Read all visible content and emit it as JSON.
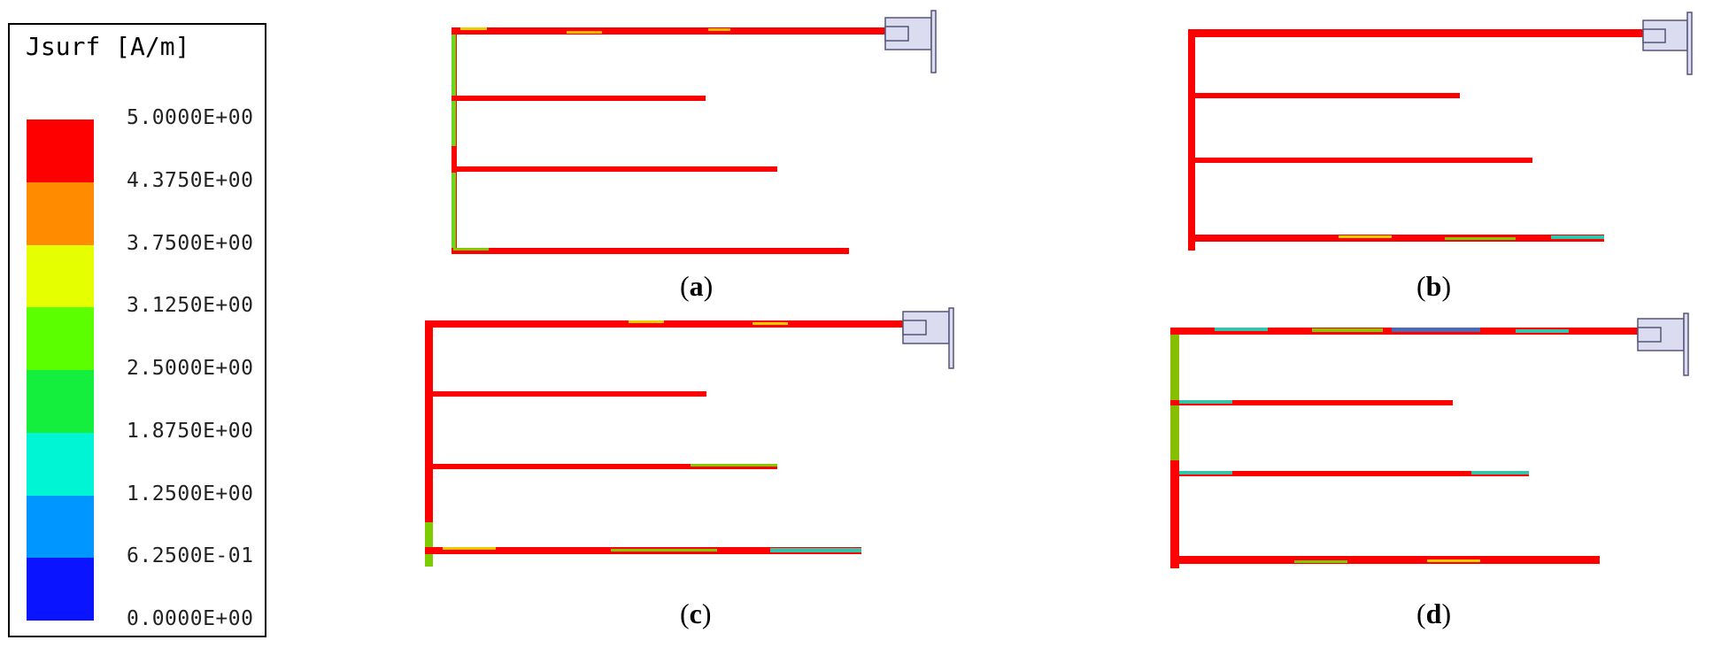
{
  "legend": {
    "title": "Jsurf [A/m]",
    "colors": [
      "#ff0000",
      "#ff8c00",
      "#e6ff00",
      "#5cff00",
      "#14ef3e",
      "#00f5d5",
      "#0096ff",
      "#0a14ff"
    ],
    "ticks": [
      "5.0000E+00",
      "4.3750E+00",
      "3.7500E+00",
      "3.1250E+00",
      "2.5000E+00",
      "1.8750E+00",
      "1.2500E+00",
      "6.2500E-01",
      "0.0000E+00"
    ]
  },
  "panels": [
    {
      "letter": "a"
    },
    {
      "letter": "b"
    },
    {
      "letter": "c"
    },
    {
      "letter": "d"
    }
  ],
  "colors": {
    "trace_red": "#ff0000",
    "connector_fill": "#dcdcf0",
    "connector_stroke": "#55557a"
  }
}
